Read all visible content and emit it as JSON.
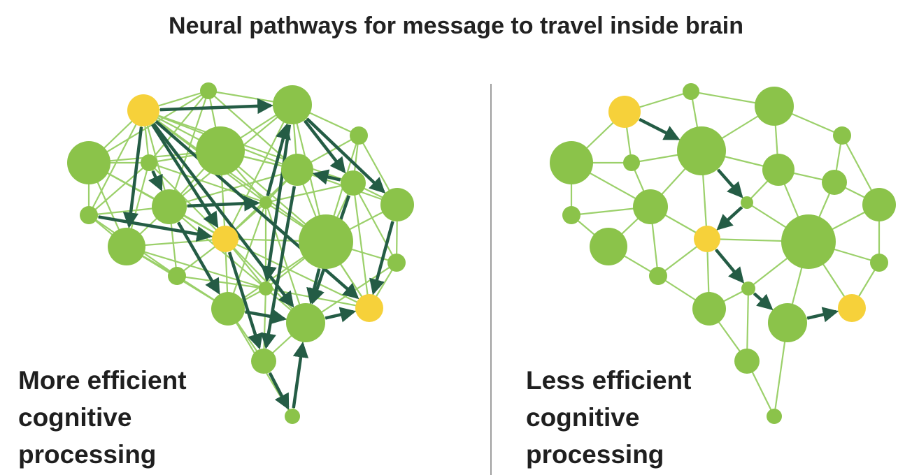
{
  "title": "Neural pathways for message to travel inside brain",
  "colors": {
    "node": "#8bc34a",
    "highlight": "#f6d13a",
    "link": "#9bd06a",
    "pathway": "#245c45",
    "divider": "#9e9e9e"
  },
  "left": {
    "caption": {
      "line1": "More efficient",
      "line2": "cognitive",
      "line3": "processing"
    }
  },
  "right": {
    "caption": {
      "line1": "Less efficient",
      "line2": "cognitive",
      "line3": "processing"
    }
  }
}
